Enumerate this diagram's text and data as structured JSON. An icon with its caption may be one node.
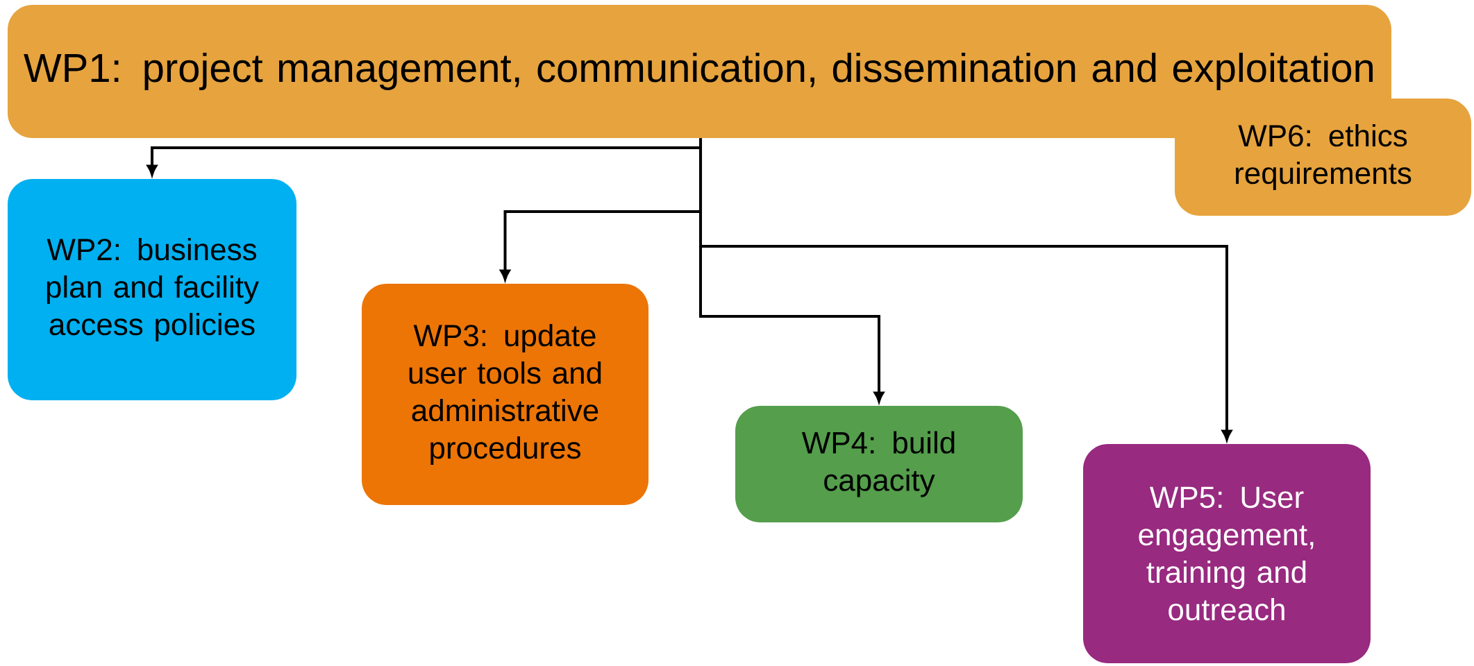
{
  "diagram": {
    "nodes": [
      {
        "text": [
          "WP1: project management, communication, dissemination and exploitation"
        ]
      },
      {
        "text": [
          "WP6: ethics requirements"
        ]
      },
      {
        "text": [
          "WP2: business plan and facility access policies"
        ]
      },
      {
        "text": [
          "WP3: update user tools and administrative procedures"
        ]
      },
      {
        "text": [
          "WP4: build capacity"
        ]
      },
      {
        "text": [
          "WP5: User engagement, training and outreach"
        ]
      }
    ],
    "edges": [
      {
        "from": 0,
        "to": 2,
        "arrow": "to"
      },
      {
        "from": 0,
        "to": 3,
        "arrow": "to"
      },
      {
        "from": 0,
        "to": 5,
        "arrow": "to"
      },
      {
        "from": 0,
        "to": 4,
        "arrow": "to"
      }
    ]
  }
}
